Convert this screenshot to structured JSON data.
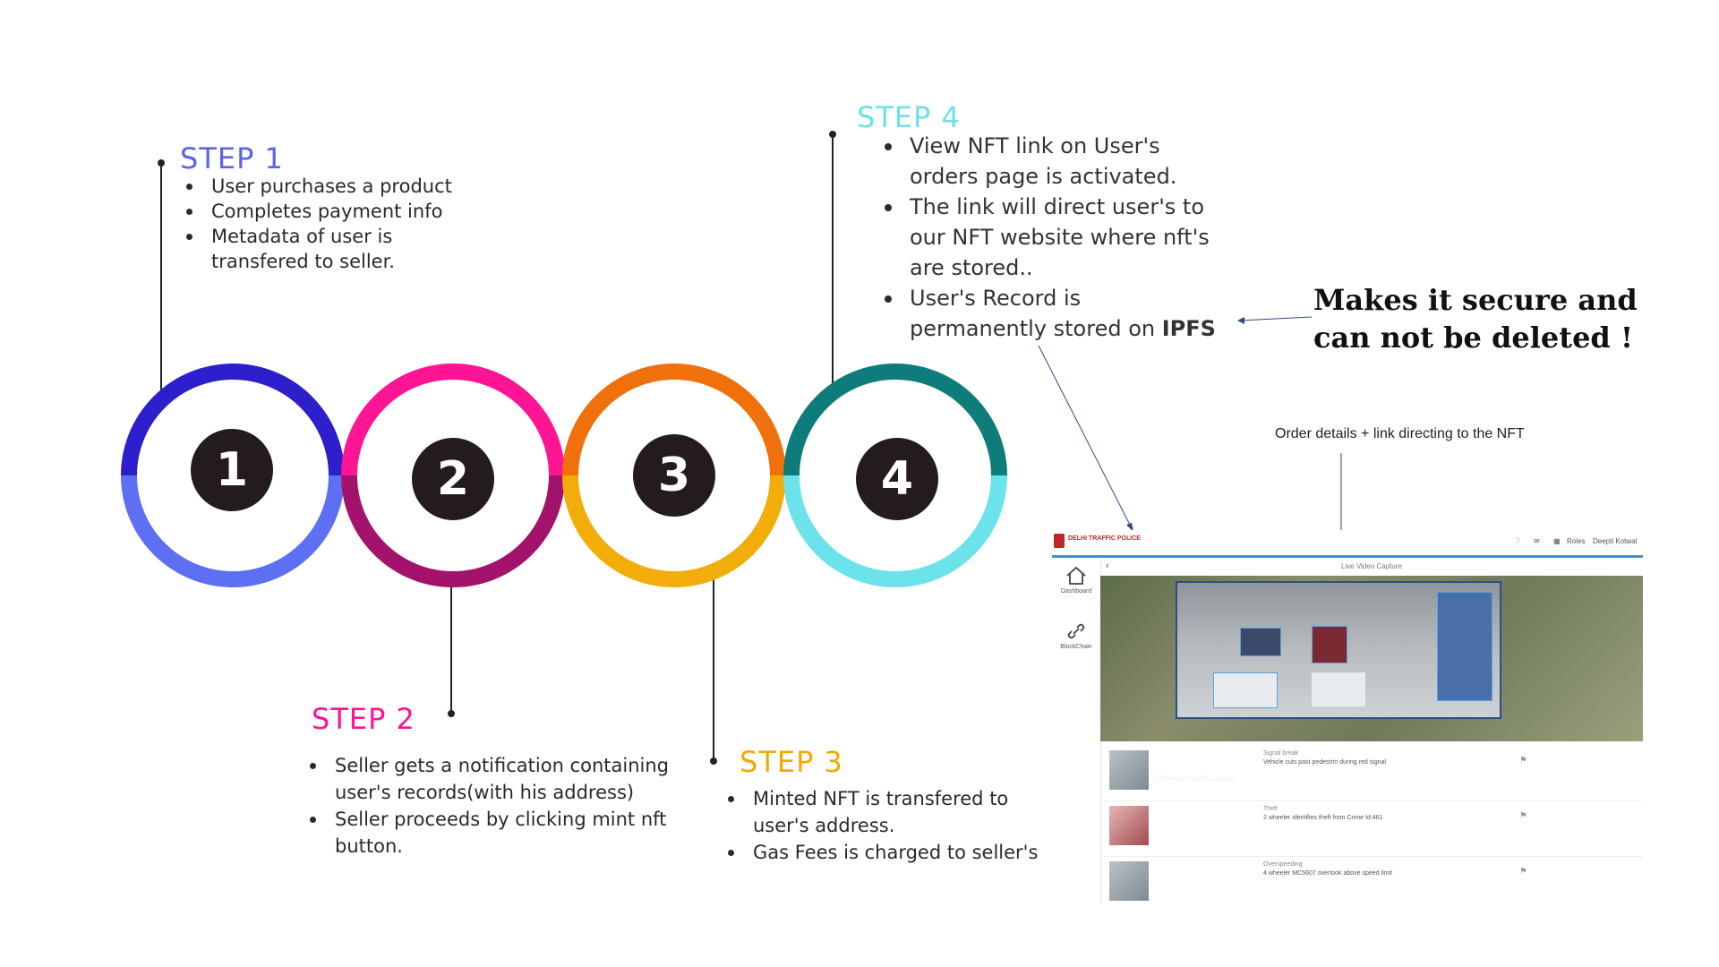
{
  "steps": [
    {
      "number": "1",
      "title": "STEP 1",
      "color": "#5b63e8",
      "items": [
        "User purchases a product",
        "Completes payment info",
        "Metadata of user is transfered to seller."
      ]
    },
    {
      "number": "2",
      "title": "STEP 2",
      "color": "#ff1493",
      "items": [
        "Seller gets a notification containing user's records(with his address)",
        "Seller proceeds by clicking mint nft button."
      ]
    },
    {
      "number": "3",
      "title": "STEP 3",
      "color": "#f2a900",
      "items": [
        "Minted NFT is transfered to user's address.",
        "Gas Fees is charged to seller's"
      ]
    },
    {
      "number": "4",
      "title": "STEP 4",
      "color": "#6ee0e8",
      "items": [
        "View NFT link on User's orders page is activated.",
        "The link will direct user's to our NFT website where nft's are stored..",
        "User's Record is permanently stored on "
      ],
      "ipfs": "IPFS"
    }
  ],
  "ring_colors": {
    "1": {
      "top": "#2d1fcc",
      "bottom": "#5d6ff2"
    },
    "2": {
      "top": "#ff1493",
      "bottom": "#a3136b"
    },
    "3": {
      "top": "#f0700c",
      "bottom": "#f2ad0a"
    },
    "4": {
      "top": "#0e7c7b",
      "bottom": "#6ce3ea"
    }
  },
  "callout": {
    "line1": "Makes it secure and",
    "line2": "can not be deleted !"
  },
  "caption": "Order details + link directing to the NFT",
  "screenshot": {
    "brand": "DELHI TRAFFIC POLICE",
    "help_icon": "question-icon",
    "mail_icon": "mail-icon",
    "apps_icon": "grid-icon",
    "roles": "Roles",
    "user": "Deepti Kotwal",
    "sidebar": [
      {
        "icon": "home-icon",
        "label": "Dashboard"
      },
      {
        "icon": "link-icon",
        "label": "BlockChain"
      }
    ],
    "header": "Live Video Capture",
    "notifications_title": "Offence Notifications",
    "rows": [
      {
        "title": "Signal break",
        "desc": "Vehicle cuts past pedestrin during red signal"
      },
      {
        "title": "Theft",
        "desc": "2 wheeler identifies theft from Crime Id:461"
      },
      {
        "title": "Overspeeding",
        "desc": "4 wheeler MC5607 overtook above speed limit"
      }
    ]
  }
}
